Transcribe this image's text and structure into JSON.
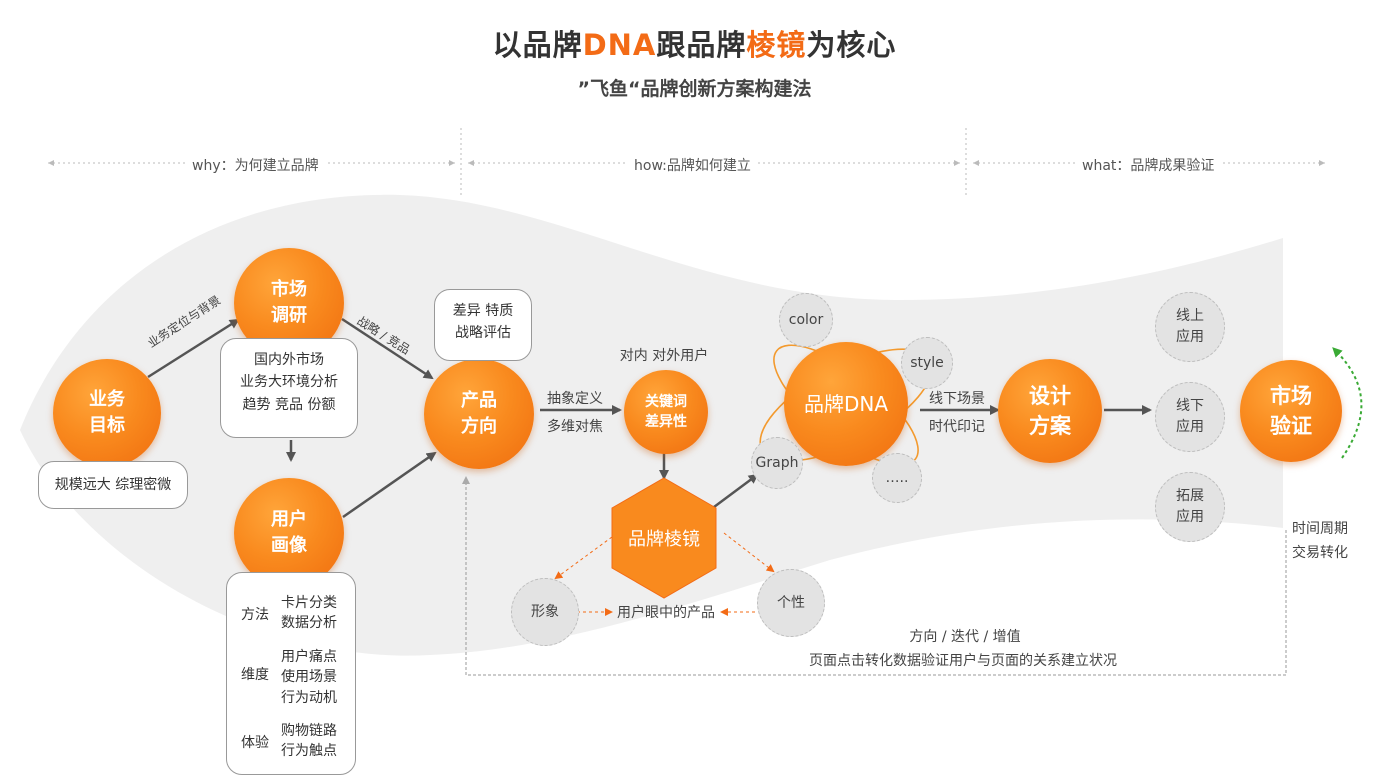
{
  "title": {
    "part1": "以品牌",
    "part2": "DNA",
    "part3": "跟品牌",
    "part4": "棱镜",
    "part5": "为核心"
  },
  "subtitle": "”飞鱼“品牌创新方案构建法",
  "phases": {
    "why": "why：为何建立品牌",
    "how": "how:品牌如何建立",
    "what": "what：品牌成果验证"
  },
  "nodes": {
    "business": {
      "line1": "业务",
      "line2": "目标"
    },
    "market_research": {
      "line1": "市场",
      "line2": "调研"
    },
    "user_portrait": {
      "line1": "用户",
      "line2": "画像"
    },
    "product_direction": {
      "line1": "产品",
      "line2": "方向"
    },
    "keyword": {
      "line1": "关键词",
      "line2": "差异性"
    },
    "brand_dna": "品牌DNA",
    "design": {
      "line1": "设计",
      "line2": "方案"
    },
    "market_verify": {
      "line1": "市场",
      "line2": "验证"
    },
    "prism": "品牌棱镜"
  },
  "satellites": {
    "color": "color",
    "style": "style",
    "graph": "Graph",
    "more": "….."
  },
  "apps": {
    "online": {
      "line1": "线上",
      "line2": "应用"
    },
    "offline": {
      "line1": "线下",
      "line2": "应用"
    },
    "extend": {
      "line1": "拓展",
      "line2": "应用"
    }
  },
  "prism_outputs": {
    "image": "形象",
    "personality": "个性",
    "product_in_eye": "用户眼中的产品"
  },
  "bubbles": {
    "business": "规模远大 综理密微",
    "market": [
      "国内外市场",
      "业务大环境分析",
      "趋势 竞品  份额"
    ],
    "product": [
      "差异 特质",
      "战略评估"
    ],
    "user": [
      {
        "k": "方法",
        "v1": "卡片分类",
        "v2": "数据分析",
        "v3": ""
      },
      {
        "k": "维度",
        "v1": "用户痛点",
        "v2": "使用场景",
        "v3": "行为动机"
      },
      {
        "k": "体验",
        "v1": "购物链路",
        "v2": "行为触点",
        "v3": ""
      }
    ]
  },
  "labels": {
    "positioning": "业务定位与背景",
    "strategy": "战略 / 竞品",
    "abstract": "抽象定义",
    "multi_focus": "多维对焦",
    "internal_external": "对内 对外用户",
    "offline_scene": "线下场景",
    "era_mark": "时代印记",
    "time_cycle": "时间周期",
    "trade_conv": "交易转化",
    "iterate": "方向 / 迭代 / 增值",
    "verify": "页面点击转化数据验证用户与页面的关系建立状况"
  },
  "colors": {
    "accent": "#f36b16",
    "orange_light": "#ffa53a",
    "band": "#efefef",
    "gray_node": "#e3e3e3",
    "green": "#3aaa35"
  }
}
